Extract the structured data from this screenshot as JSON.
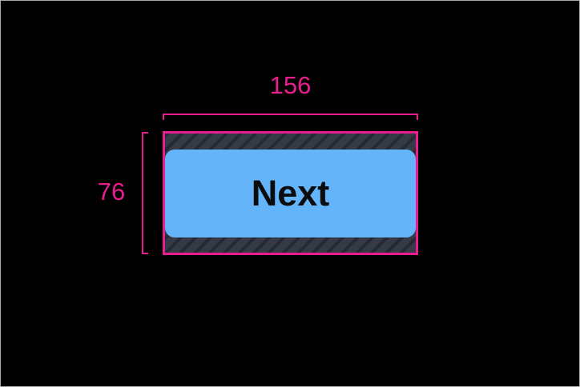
{
  "canvas": {
    "background": "#000000",
    "frame_border_color": "#a8a8a8"
  },
  "annotations": {
    "width_label": "156",
    "height_label": "76",
    "color": "#ea1d90"
  },
  "touch_target": {
    "hatch_background": "#353b46",
    "hatch_stripe_color": "#262932"
  },
  "button": {
    "label": "Next",
    "fill_color": "#64b4fa",
    "label_color": "#0b0c0e"
  }
}
